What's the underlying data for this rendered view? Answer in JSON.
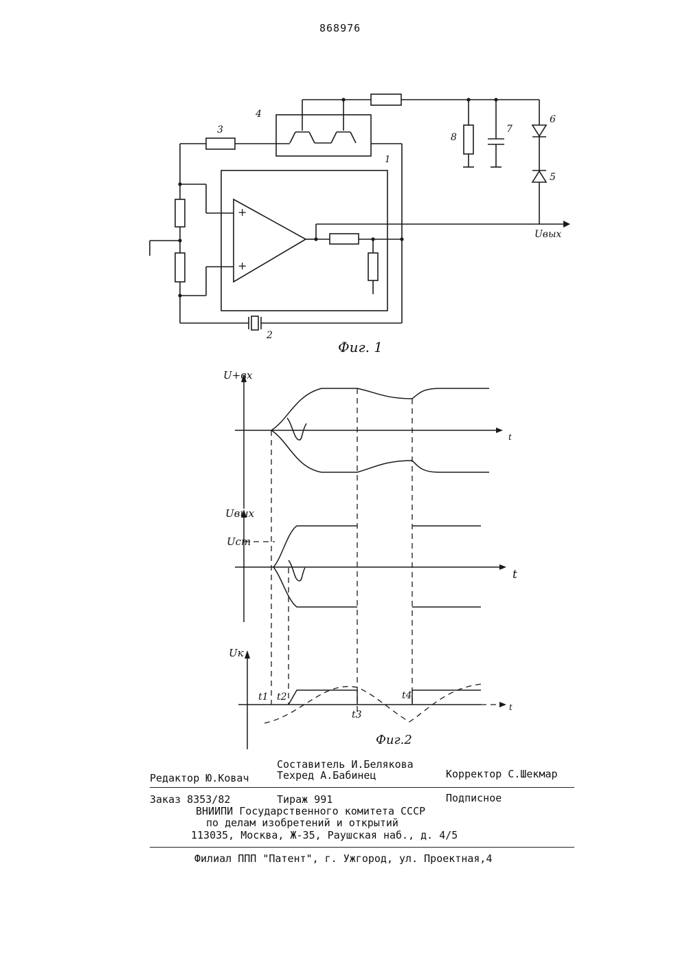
{
  "patent_number": "868976",
  "fig1": {
    "caption": "Фиг. 1",
    "labels": {
      "n1": "1",
      "n2": "2",
      "n3": "3",
      "n4": "4",
      "n5": "5",
      "n6": "6",
      "n7": "7",
      "n8": "8",
      "plus_top": "+",
      "plus_bottom": "+",
      "output": "Uвых"
    }
  },
  "fig2": {
    "caption": "Фиг.2",
    "plot1": {
      "ylabel": "U+вх",
      "xlabel": "t"
    },
    "plot2": {
      "ylabel": "Uвых",
      "level_label": "Uст",
      "xlabel": "t"
    },
    "plot3": {
      "ylabel": "Uк",
      "xlabel": "t",
      "t1": "t1",
      "t2": "t2",
      "t3": "t3",
      "t4": "t4"
    }
  },
  "footer": {
    "compiler": "Составитель И.Белякова",
    "editor": "Редактор Ю.Ковач",
    "techred": "Техред А.Бабинец",
    "corrector": "Корректор С.Шекмар",
    "order": "Заказ 8353/82",
    "edition": "Тираж 991",
    "subscription": "Подписное",
    "org1": "ВНИИПИ Государственного комитета СССР",
    "org2": "по делам изобретений и открытий",
    "address": "113035, Москва, Ж-35, Раушская наб., д. 4/5",
    "branch": "Филиал ППП \"Патент\", г. Ужгород, ул. Проектная,4"
  }
}
